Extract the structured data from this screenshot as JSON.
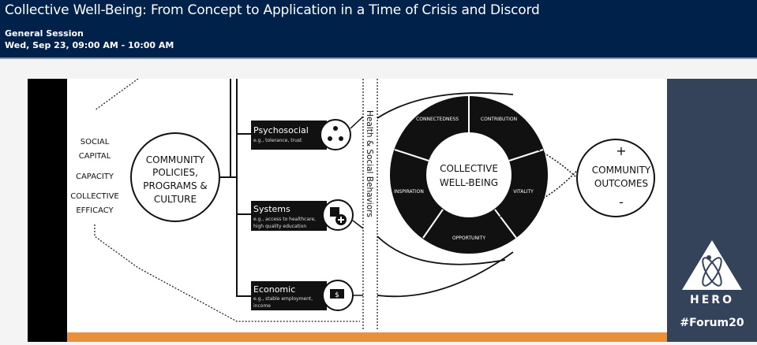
{
  "header": {
    "title": "Collective Well-Being: From Concept to Application in a Time of Crisis and Discord",
    "session_type": "General Session",
    "datetime": "Wed, Sep 23, 09:00 AM - 10:00 AM"
  },
  "slide": {
    "left_labels": [
      "SOCIAL",
      "CAPITAL",
      "CAPACITY",
      "COLLECTIVE",
      "EFFICACY"
    ],
    "policies": [
      "COMMUNITY",
      "POLICIES,",
      "PROGRAMS &",
      "CULTURE"
    ],
    "boxes": [
      {
        "title": "Psychosocial",
        "desc1": "e.g., tolerance, trust",
        "desc2": "",
        "icon": "people-network-icon"
      },
      {
        "title": "Systems",
        "desc1": "e.g., access to healthcare,",
        "desc2": "high quality education",
        "icon": "medical-plus-icon"
      },
      {
        "title": "Economic",
        "desc1": "e.g., stable employment,",
        "desc2": "income",
        "icon": "dollar-bills-icon"
      }
    ],
    "behaviors": "Health & Social Behaviors",
    "wheel": {
      "center1": "COLLECTIVE",
      "center2": "WELL-BEING",
      "segments": [
        "CONNECTEDNESS",
        "CONTRIBUTION",
        "VITALITY",
        "OPPORTUNITY",
        "INSPIRATION"
      ]
    },
    "outcomes": {
      "plus": "+",
      "line1": "COMMUNITY",
      "line2": "OUTCOMES",
      "minus": "-"
    },
    "brand": {
      "logo": "HERO",
      "hashtag": "#Forum20"
    },
    "colors": {
      "header": "#00224a",
      "panel": "#34435a",
      "accent": "#e8913a"
    }
  }
}
